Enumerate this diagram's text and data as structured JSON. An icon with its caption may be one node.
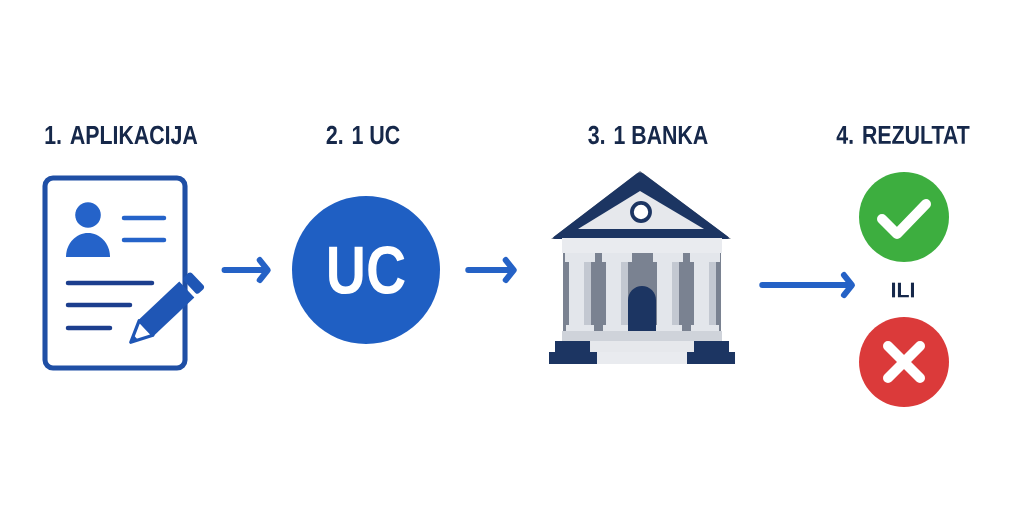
{
  "diagram": {
    "nodes": [
      {
        "text": [
          "1. APLIKACIJA"
        ]
      },
      {
        "text": [
          "2. 1 UC",
          "UC"
        ]
      },
      {
        "text": [
          "3. 1 BANKA"
        ]
      },
      {
        "text": [],
        "shape": "circle"
      },
      {
        "text": [
          "ILI"
        ]
      },
      {
        "text": [],
        "shape": "circle"
      }
    ],
    "edges": [
      {
        "from": 0,
        "to": 1,
        "arrow": "to"
      },
      {
        "from": 1,
        "to": 2,
        "arrow": "to"
      },
      {
        "from": 2,
        "to": 4,
        "arrow": "to"
      }
    ],
    "labels": [
      "4. REZULTAT"
    ]
  }
}
